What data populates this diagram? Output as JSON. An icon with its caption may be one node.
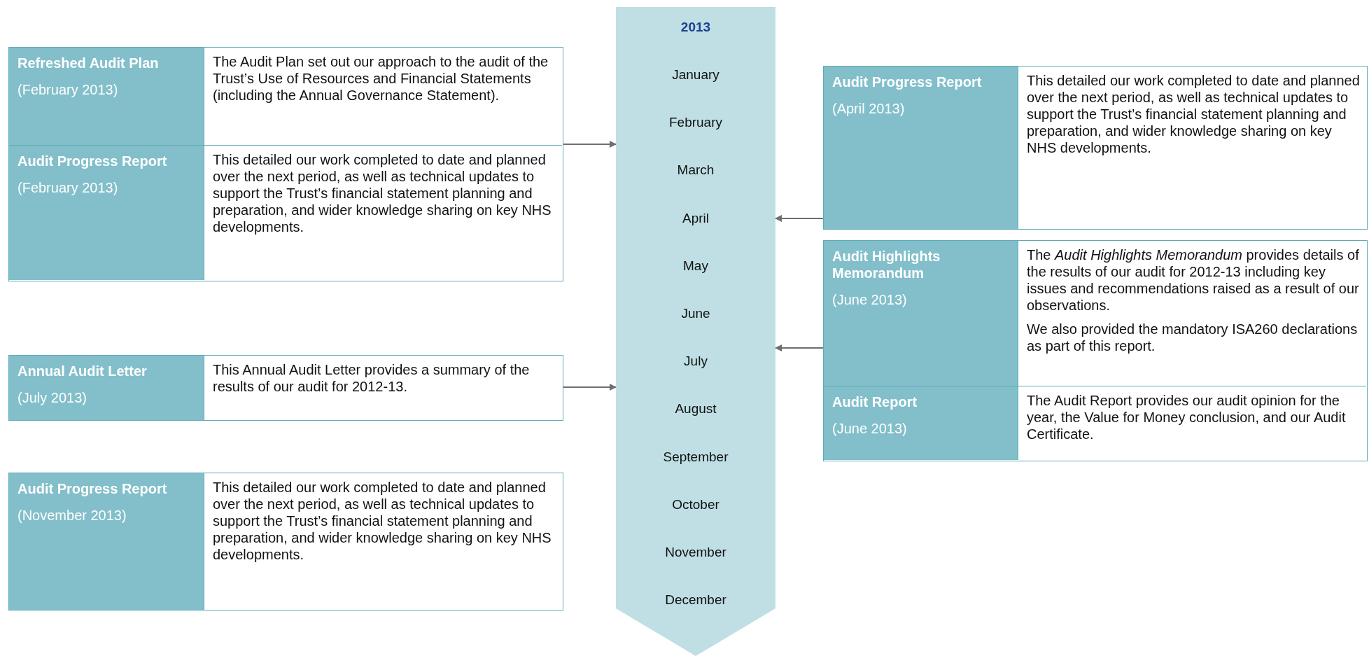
{
  "diagram": {
    "nodes": [
      {
        "text": [],
        "shape": "box"
      },
      {
        "text": [
          "Refreshed Audit Plan",
          "(February 2013)",
          "The Audit Plan set out our approach to the audit of the Trust’s Use of Resources and Financial Statements (including the Annual Governance Statement)."
        ],
        "in": 0
      },
      {
        "text": [
          "Audit Progress Report",
          "(February 2013)",
          "This detailed our work completed to date and planned over the next period, as well as technical updates to support the Trust’s financial statement planning and preparation, and wider knowledge sharing on key NHS developments."
        ],
        "in": 0
      },
      {
        "text": [
          "Annual Audit Letter",
          "(July 2013)",
          "This Annual Audit Letter provides a summary of the results of our audit for 2012-13."
        ]
      },
      {
        "text": [
          "Audit Progress Report",
          "(November 2013)",
          "This detailed our work completed to date and planned over the next period, as well as technical updates to support the Trust’s financial statement planning and preparation, and wider knowledge sharing on key NHS developments."
        ]
      },
      {
        "text": [
          "2013",
          "January",
          "February",
          "March",
          "April",
          "May",
          "June",
          "July",
          "August",
          "September",
          "October",
          "November",
          "December"
        ]
      },
      {
        "text": [
          "Audit Progress Report",
          "(April 2013)",
          "This detailed our work completed to date and planned over the next period, as well as technical updates to support the Trust’s financial statement planning and preparation, and wider knowledge sharing on key NHS developments."
        ]
      },
      {
        "text": [],
        "shape": "box"
      },
      {
        "text": [
          "Audit Highlights Memorandum",
          "(June 2013)",
          "The *Audit Highlights Memorandum* provides details of the results of our audit for 2012-13 including key issues and recommendations raised as a result of our observations.",
          "We also provided the mandatory ISA260 declarations as part of this report."
        ],
        "in": 7
      },
      {
        "text": [
          "Audit Report",
          "(June 2013)",
          "The Audit Report provides our audit opinion for the year, the Value for Money conclusion, and our Audit Certificate."
        ],
        "in": 7
      }
    ],
    "edges": [
      {
        "from": 0,
        "to": 5,
        "arrow": "to"
      },
      {
        "from": 3,
        "to": 5,
        "arrow": "to"
      },
      {
        "from": 6,
        "to": 5,
        "arrow": "to"
      },
      {
        "from": 8,
        "to": 5,
        "arrow": "to"
      }
    ]
  }
}
